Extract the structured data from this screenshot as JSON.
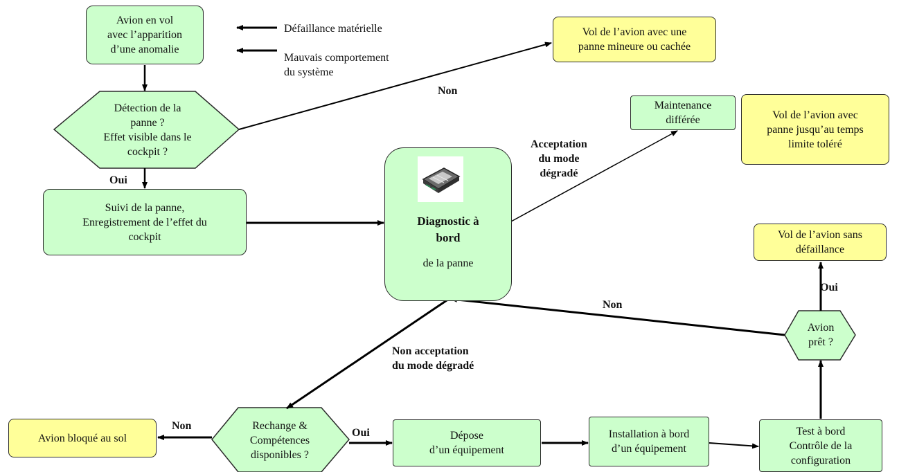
{
  "nodes": {
    "start": {
      "lines": [
        "Avion en vol",
        "avec l’apparition",
        "d’une anomalie"
      ]
    },
    "cause1": "Défaillance matérielle",
    "cause2": {
      "lines": [
        "Mauvais comportement",
        "du système"
      ]
    },
    "detection": {
      "lines": [
        "Détection de la",
        "panne ?",
        "Effet visible dans le",
        "cockpit ?"
      ]
    },
    "minor": {
      "lines": [
        "Vol de l’avion avec une",
        "panne mineure ou cachée"
      ]
    },
    "suivi": {
      "lines": [
        "Suivi de la panne,",
        "Enregistrement de l’effet du",
        "cockpit"
      ]
    },
    "diagnostic": {
      "title_lines": [
        "Diagnostic à",
        "bord"
      ],
      "subtitle": "de la panne"
    },
    "maintenance": {
      "lines": [
        "Maintenance",
        "différée"
      ]
    },
    "tolerated": {
      "lines": [
        "Vol de l’avion avec",
        "panne jusqu’au temps",
        "limite toléré"
      ]
    },
    "no_failure": {
      "lines": [
        "Vol de l’avion sans",
        "défaillance"
      ]
    },
    "ready": {
      "lines": [
        "Avion",
        "prêt ?"
      ]
    },
    "rechange": {
      "lines": [
        "Rechange &",
        "Compétences",
        "disponibles ?"
      ]
    },
    "grounded": "Avion bloqué au sol",
    "depose": {
      "lines": [
        "Dépose",
        "d’un équipement"
      ]
    },
    "install": {
      "lines": [
        "Installation à bord",
        "d’un équipement"
      ]
    },
    "test": {
      "lines": [
        "Test à bord",
        "Contrôle de la",
        "configuration"
      ]
    }
  },
  "edge_labels": {
    "non_top": "Non",
    "oui_detection": "Oui",
    "acceptation": {
      "lines": [
        "Acceptation",
        "du mode",
        "dégradé"
      ]
    },
    "oui_ready": "Oui",
    "non_ready": "Non",
    "non_acceptation": {
      "lines": [
        "Non acceptation",
        "du mode dégradé"
      ]
    },
    "non_rechange": "Non",
    "oui_rechange": "Oui"
  },
  "icons": {
    "diagnostic": "circuit-chip-icon"
  },
  "colors": {
    "process_fill": "#ccffcc",
    "terminal_fill": "#ffff99",
    "stroke": "#000000"
  }
}
